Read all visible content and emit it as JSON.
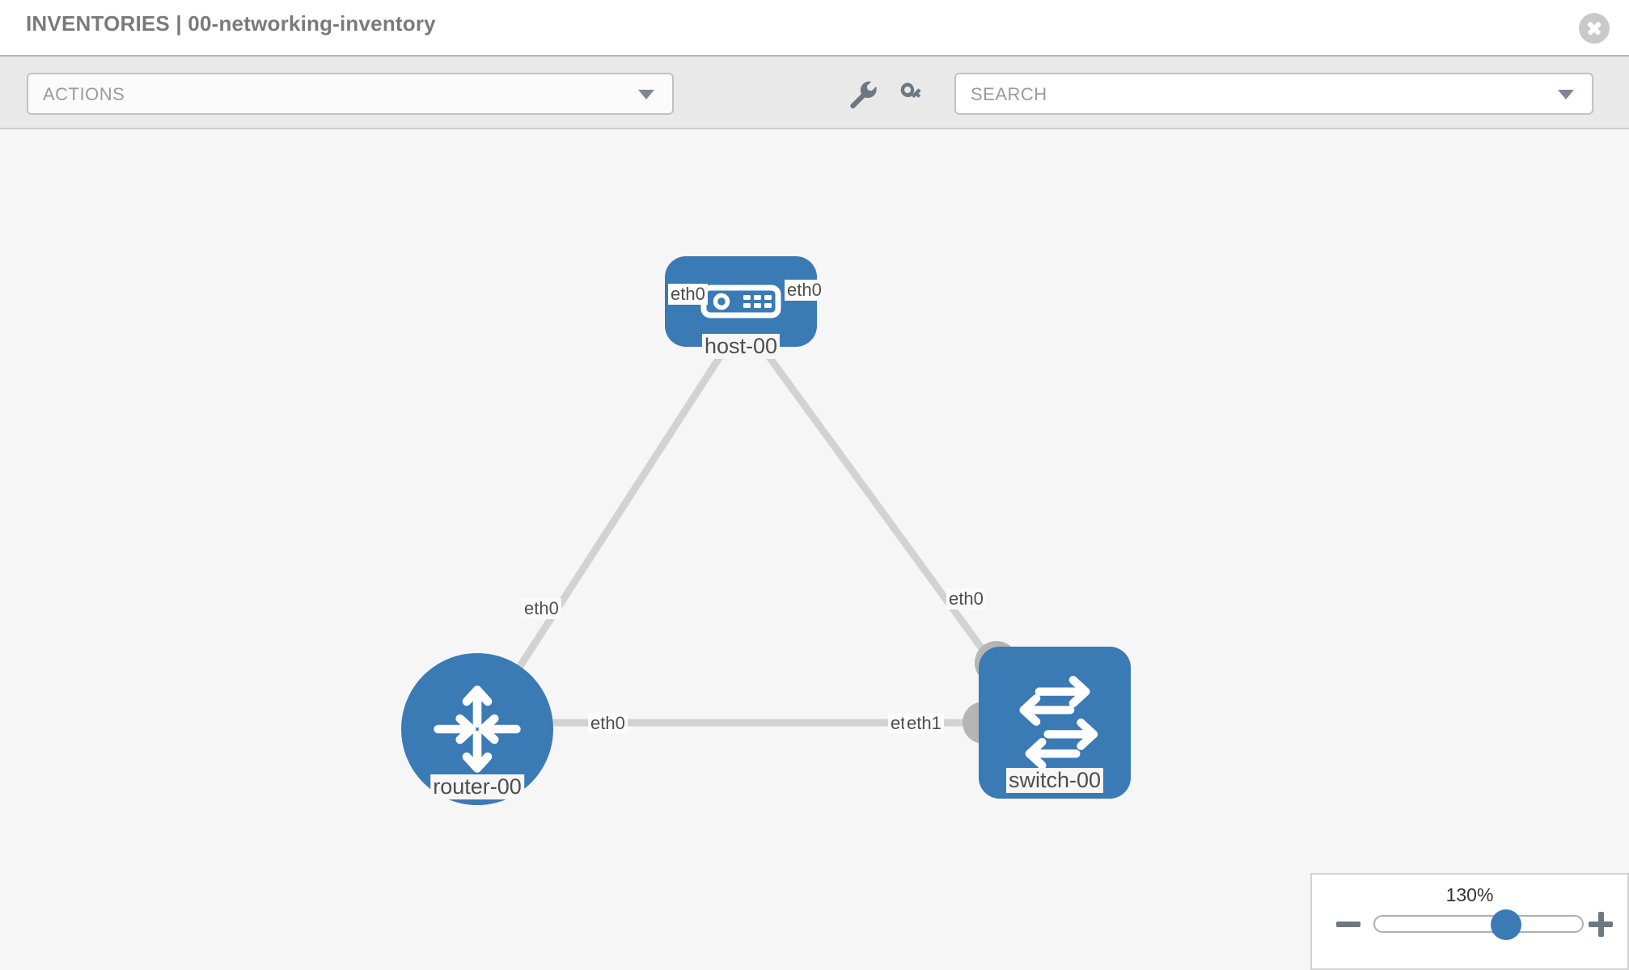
{
  "header": {
    "title": "INVENTORIES | 00-networking-inventory",
    "close_icon": "close-circle-icon"
  },
  "toolbar": {
    "actions_label": "ACTIONS",
    "actions_caret_icon": "chevron-down-icon",
    "wrench_icon": "wrench-icon",
    "key_icon": "key-icon",
    "search_placeholder": "SEARCH",
    "search_value": "SEARCH",
    "search_caret_icon": "chevron-down-icon"
  },
  "colors": {
    "node_blue": "#3a7ab5",
    "canvas_bg": "#f6f6f6",
    "toolbar_bg": "#e9e9e9",
    "link_gray": "#d2d2d2",
    "pin_gray": "#b5b5b5",
    "text_gray": "#4e4e4e",
    "title_gray": "#7a7a7a"
  },
  "topology": {
    "nodes": [
      {
        "id": "host-00",
        "label": "host-00",
        "icon": "server-device-icon",
        "shape": "rounded-rect"
      },
      {
        "id": "router-00",
        "label": "router-00",
        "icon": "router-arrows-icon",
        "shape": "circle"
      },
      {
        "id": "switch-00",
        "label": "switch-00",
        "icon": "switch-arrows-icon",
        "shape": "rounded-rect"
      }
    ],
    "links": [
      {
        "from": "router-00",
        "to": "host-00",
        "from_label": "eth0",
        "to_label": "eth0"
      },
      {
        "from": "host-00",
        "to": "switch-00",
        "from_label": "eth0",
        "to_label": "eth0"
      },
      {
        "from": "router-00",
        "to": "switch-00",
        "from_label": "eth0",
        "to_label": "eth1",
        "overlap_label": "eth"
      }
    ],
    "edge_labels": {
      "host_left": "eth0",
      "host_right": "eth0",
      "router_up": "eth0",
      "switch_up": "eth0",
      "router_right": "eth0",
      "switch_left_under": "eth",
      "switch_left": "eth1"
    }
  },
  "zoom_control": {
    "value_label": "130%",
    "minus_icon": "minus-icon",
    "plus_icon": "plus-icon"
  }
}
